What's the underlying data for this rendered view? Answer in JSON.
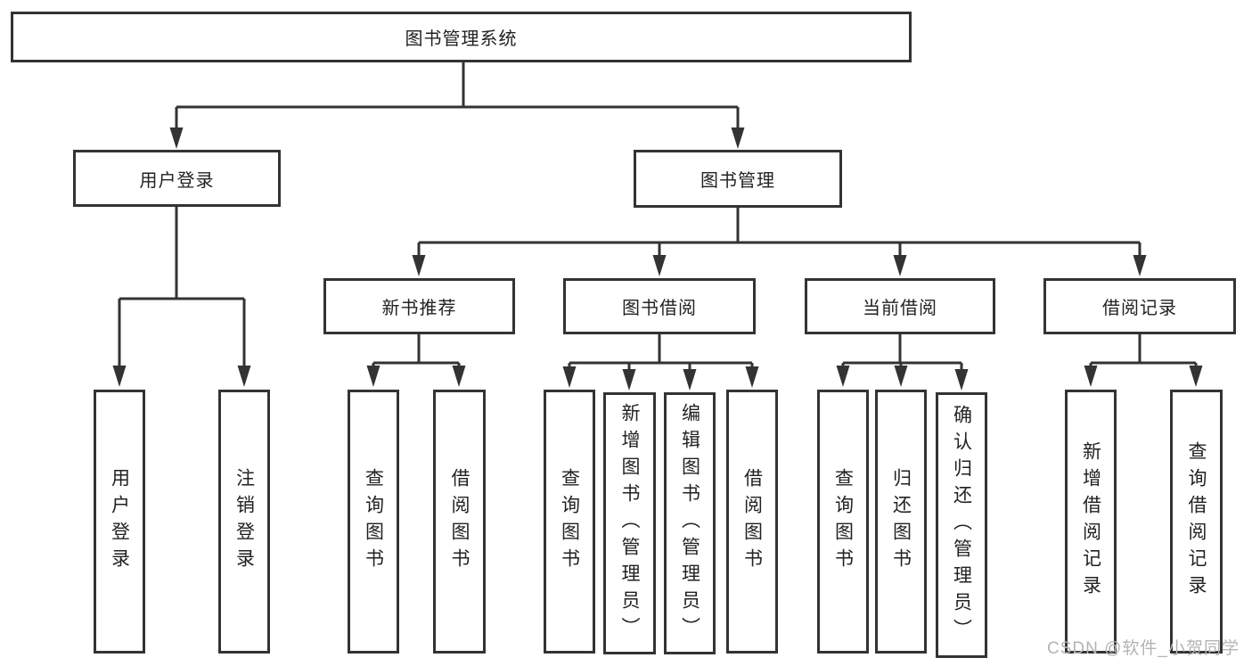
{
  "nodes": {
    "root": "图书管理系统",
    "user_login": "用户登录",
    "book_management": "图书管理",
    "new_book_recommendation": "新书推荐",
    "book_borrowing": "图书借阅",
    "current_borrowing": "当前借阅",
    "borrowing_records": "借阅记录",
    "leaf_user_login": "用户登录",
    "leaf_logout": "注销登录",
    "leaf_query_books_a": "查询图书",
    "leaf_borrow_books_a": "借阅图书",
    "leaf_query_books_b": "查询图书",
    "leaf_add_book_admin": "新增图书（管理员）",
    "leaf_edit_book_admin": "编辑图书（管理员）",
    "leaf_borrow_books_b": "借阅图书",
    "leaf_query_books_c": "查询图书",
    "leaf_return_books": "归还图书",
    "leaf_confirm_return_admin": "确认归还（管理员）",
    "leaf_add_borrow_record": "新增借阅记录",
    "leaf_query_borrow_record": "查询借阅记录"
  },
  "hierarchy": {
    "图书管理系统": {
      "用户登录": [
        "用户登录",
        "注销登录"
      ],
      "图书管理": {
        "新书推荐": [
          "查询图书",
          "借阅图书"
        ],
        "图书借阅": [
          "查询图书",
          "新增图书（管理员）",
          "编辑图书（管理员）",
          "借阅图书"
        ],
        "当前借阅": [
          "查询图书",
          "归还图书",
          "确认归还（管理员）"
        ],
        "借阅记录": [
          "新增借阅记录",
          "查询借阅记录"
        ]
      }
    }
  },
  "watermark": "CSDN @软件_小贺同学",
  "colors": {
    "line": "#333333",
    "box_border": "#333333",
    "text": "#222222",
    "watermark": "#b3b3b3",
    "background": "#ffffff"
  }
}
